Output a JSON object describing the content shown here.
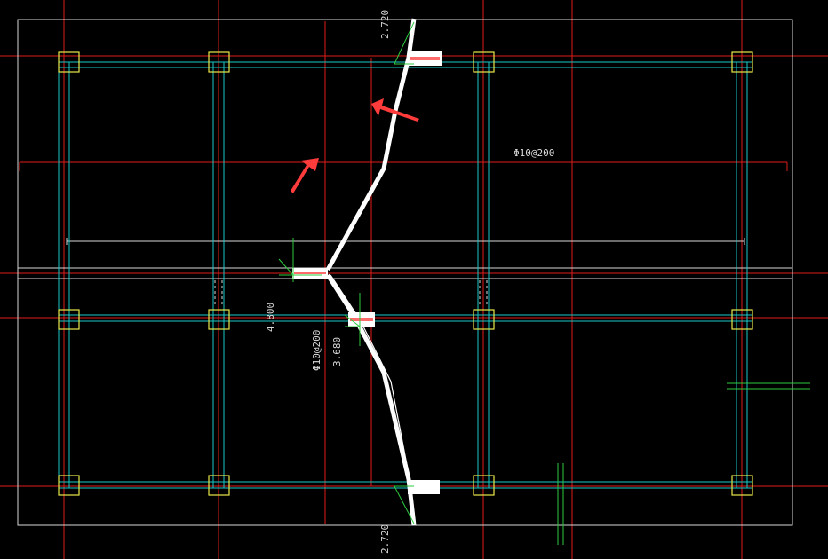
{
  "drawing": {
    "colors": {
      "background": "#000000",
      "grid_line": "#e01b1b",
      "slab_outline": "#d8d8d8",
      "beam_cyan": "#17c8c8",
      "column": "#e8e84a",
      "stair_white": "#ffffff",
      "dim_green": "#2ecc40",
      "arrow_red": "#ff3b3b"
    },
    "labels": {
      "top_elev": "2.720",
      "bottom_elev": "2.720",
      "left_elev": "4.800",
      "mid_elev": "3.680",
      "rebar_horizontal": "Φ10@200",
      "rebar_vertical": "Φ10@200"
    },
    "annotations": {
      "arrow_1": "red-arrow",
      "arrow_2": "red-arrow"
    }
  }
}
